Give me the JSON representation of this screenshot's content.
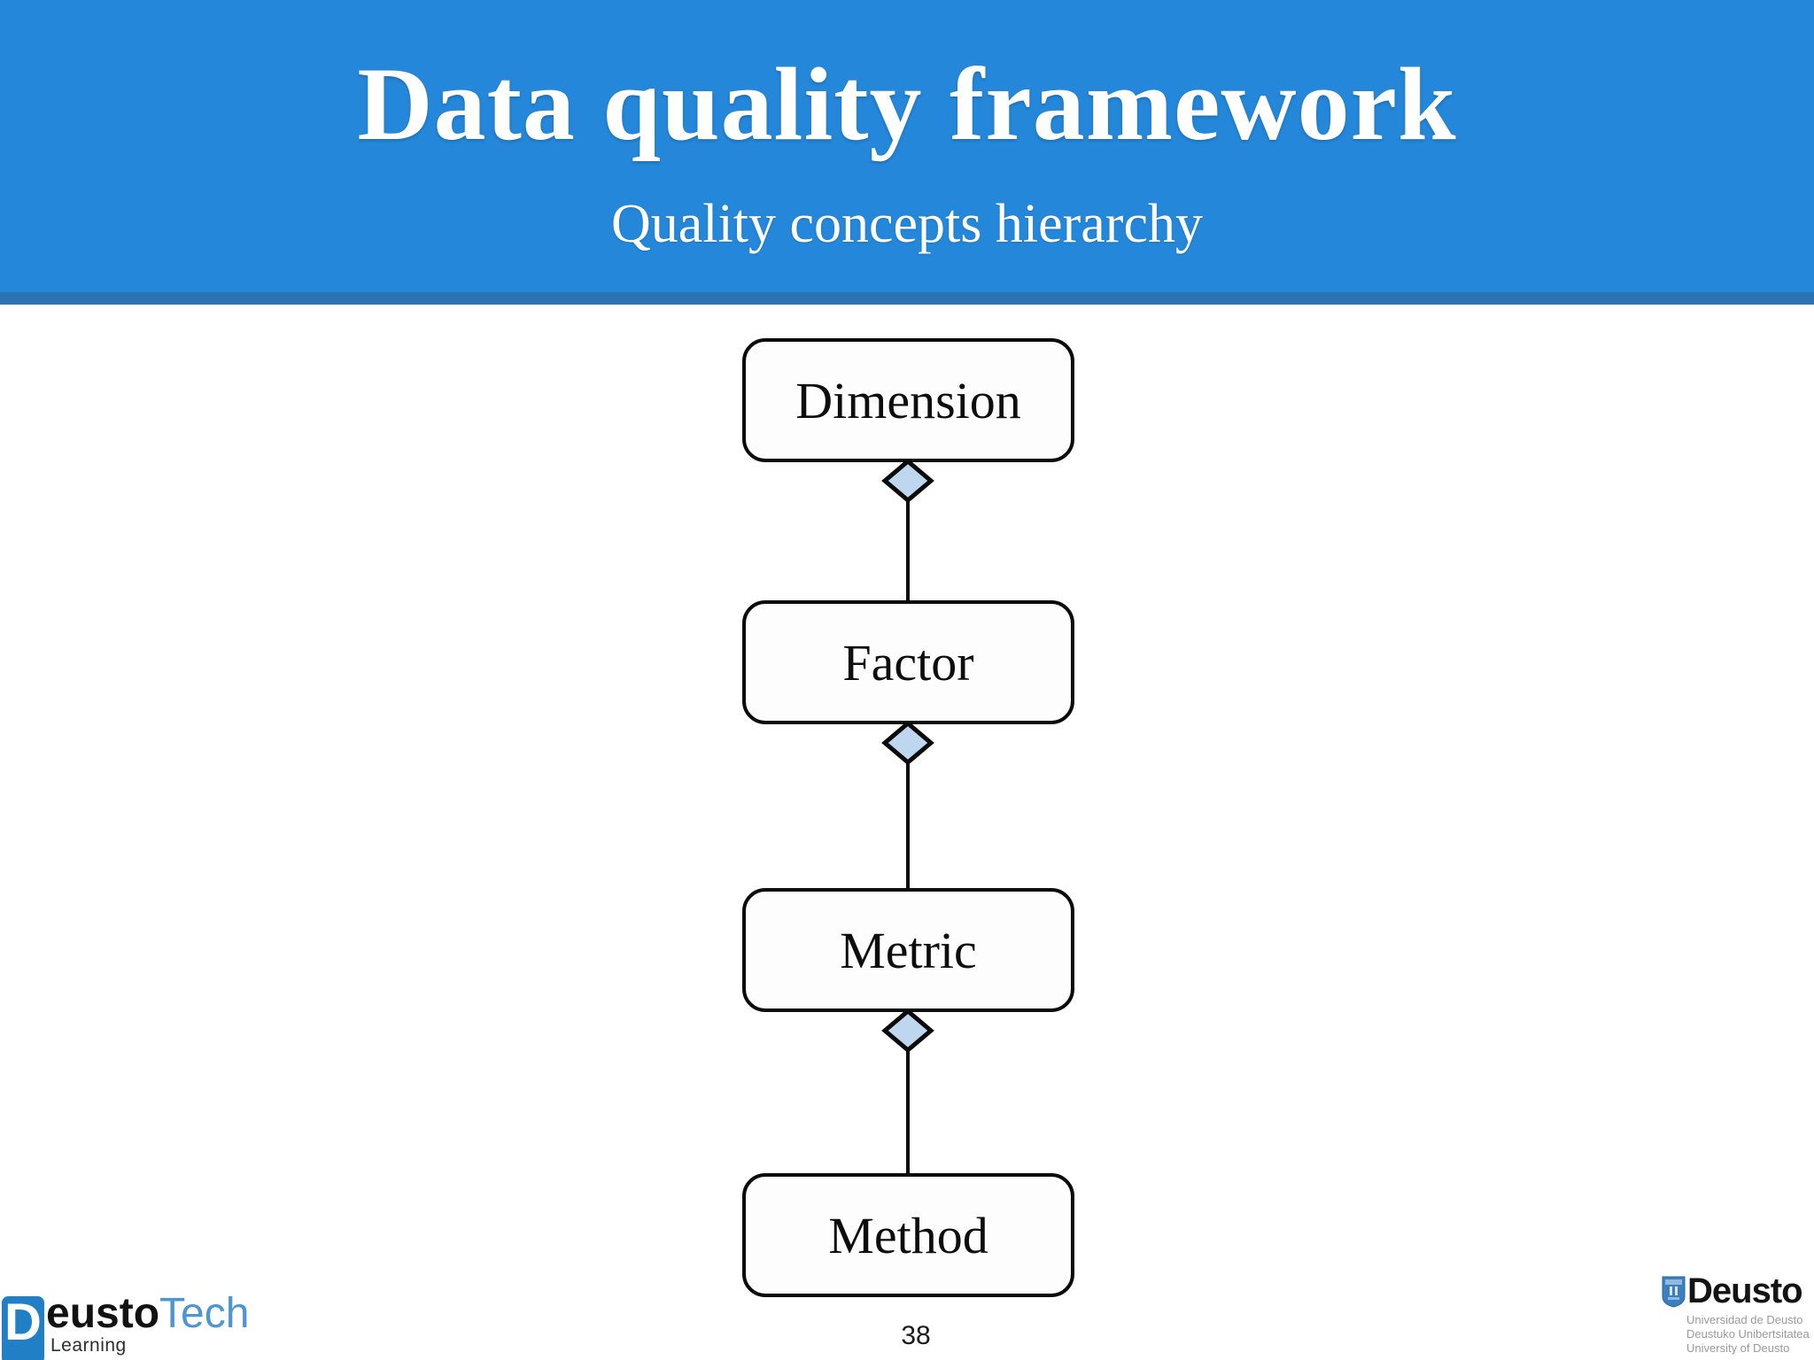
{
  "slide": {
    "title": "Data quality framework",
    "subtitle": "Quality concepts hierarchy",
    "page_number": "38"
  },
  "diagram": {
    "type": "hierarchy",
    "relationship": "uml-aggregation",
    "nodes": [
      {
        "label": "Dimension"
      },
      {
        "label": "Factor"
      },
      {
        "label": "Metric"
      },
      {
        "label": "Method"
      }
    ]
  },
  "colors": {
    "banner_blue": "#2487D9",
    "banner_strip_blue": "#2C73B1",
    "diamond_fill": "#BFD7EE",
    "box_border": "#0b0b0b",
    "deustotech_shield_blue": "#2180C5",
    "deustotech_tech_blue": "#4E96D2"
  },
  "logos": {
    "deustotech": {
      "shield_letter": "D",
      "name_black": "eusto",
      "name_blue": "Tech",
      "sub_label": "Learning"
    },
    "deusto": {
      "name": "Deusto",
      "line1": "Universidad de Deusto",
      "line2": "Deustuko Unibertsitatea",
      "line3": "University of Deusto"
    }
  }
}
